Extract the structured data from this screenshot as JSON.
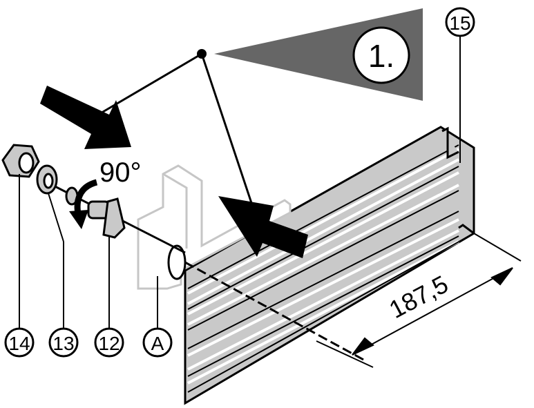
{
  "step": {
    "number": "1."
  },
  "rotation": {
    "label": "90°"
  },
  "dimension": {
    "value": "187,5"
  },
  "callouts": {
    "nut": "14",
    "washer": "13",
    "bolt": "12",
    "bracket": "A",
    "rail": "15"
  },
  "colors": {
    "rail_fill": "#c9c9c9",
    "rail_stripe": "#ffffff",
    "triangle": "#666666",
    "ink": "#000000",
    "bracket_fill": "#ffffff",
    "bracket_stroke": "#c6c6c6"
  }
}
